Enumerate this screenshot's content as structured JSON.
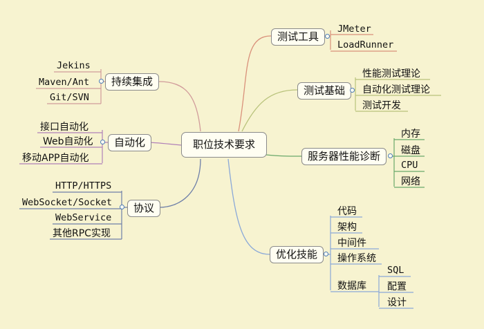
{
  "root": "职位技术要求",
  "branches": {
    "test_tools": {
      "label": "测试工具",
      "children": [
        "JMeter",
        "LoadRunner"
      ]
    },
    "test_basics": {
      "label": "测试基础",
      "children": [
        "性能测试理论",
        "自动化测试理论",
        "测试开发"
      ]
    },
    "server_diag": {
      "label": "服务器性能诊断",
      "children": [
        "内存",
        "磁盘",
        "CPU",
        "网络"
      ]
    },
    "optimization": {
      "label": "优化技能",
      "children": [
        "代码",
        "架构",
        "中间件",
        "操作系统",
        "数据库"
      ],
      "database_children": [
        "SQL",
        "配置",
        "设计"
      ]
    },
    "ci": {
      "label": "持续集成",
      "children": [
        "Jekins",
        "Maven/Ant",
        "Git/SVN"
      ]
    },
    "automation": {
      "label": "自动化",
      "children": [
        "接口自动化",
        "Web自动化",
        "移动APP自动化"
      ]
    },
    "protocol": {
      "label": "协议",
      "children": [
        "HTTP/HTTPS",
        "WebSocket/Socket",
        "WebService",
        "其他RPC实现"
      ]
    }
  }
}
